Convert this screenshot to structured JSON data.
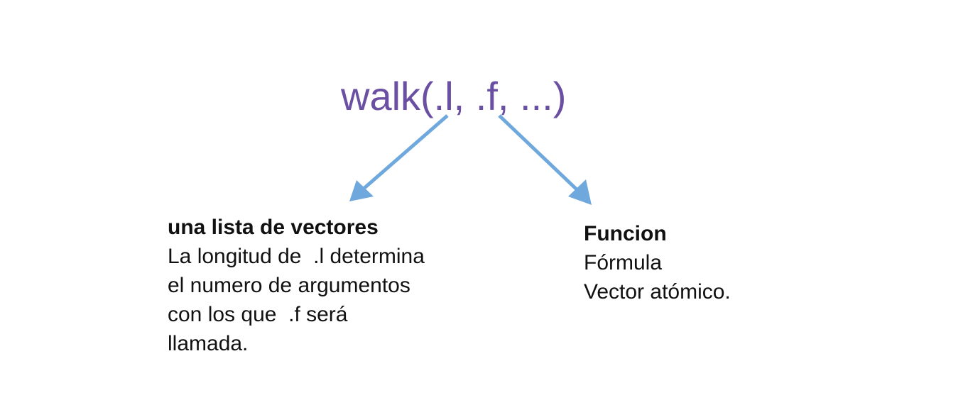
{
  "signature": {
    "text": "walk(.l, .f, ...)",
    "color": "#6a4fa3"
  },
  "arrow_color": "#6fa8dc",
  "left_block": {
    "title": "una lista de vectores",
    "lines": [
      "La longitud de  .l determina",
      "el numero de argumentos",
      "con los que  .f será",
      "llamada."
    ]
  },
  "right_block": {
    "title": "Funcion",
    "lines": [
      "Fórmula",
      "Vector atómico."
    ]
  }
}
